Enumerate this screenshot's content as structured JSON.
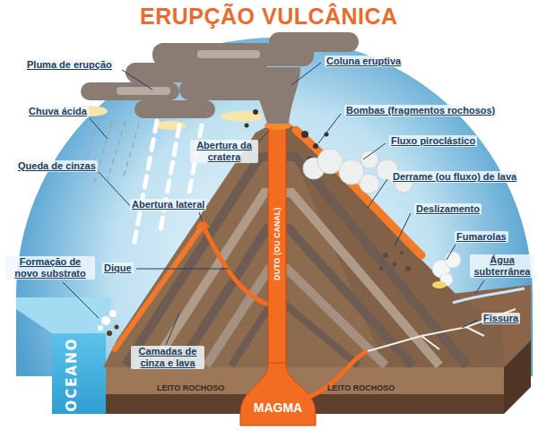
{
  "diagram": {
    "title": "ERUPÇÃO VULCÂNICA",
    "labels": [
      "Pluma de erupção",
      "Coluna eruptiva",
      "Bombas (fragmentos rochosos)",
      "Chuva ácida",
      "Abertura da cratera",
      "Fluxo piroclástico",
      "Queda de cinzas",
      "Derrame (ou fluxo) de lava",
      "Abertura lateral",
      "Deslizamento",
      "Fumarolas",
      "Formação de novo substrato",
      "Água subterrânea",
      "Dique",
      "DUTO (OU CANAL)",
      "Fissura",
      "OCEANO",
      "Camadas de cinza e lava",
      "LEITO ROCHOSO",
      "LEITO ROCHOSO",
      "MAGMA"
    ]
  }
}
